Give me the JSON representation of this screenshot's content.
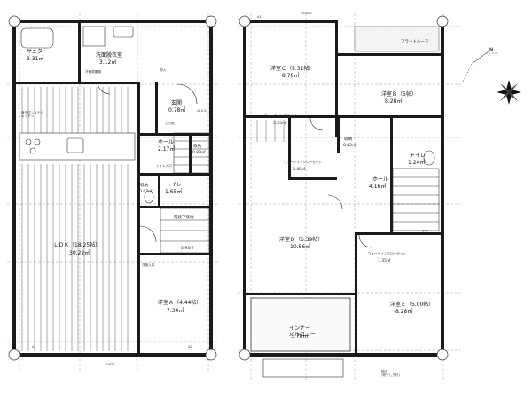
{
  "floor1": {
    "rooms": {
      "bath_name": "サニタ",
      "bath_area": "3.31㎡",
      "washroom_name": "洗面脱衣室",
      "washroom_area": "3.12㎡",
      "ldk_name": "ＬＤＫ（18.25帖）",
      "ldk_area": "30.22㎡",
      "entrance_name": "玄関",
      "entrance_area": "0.78㎡",
      "hall_name": "ホール",
      "hall_area": "2.17㎡",
      "storage_name": "収納",
      "storage_area": "0.83㎡",
      "closet_name": "収納",
      "closet_area": "0.47㎡",
      "toilet_name": "トイレ",
      "toilet_area": "1.65㎡",
      "stair_storage_name": "階段下収納",
      "stair_storage_area": "0.93㎡",
      "bedroom_a_name": "洋室Ａ（4.44帖）",
      "bedroom_a_area": "7.34㎡"
    },
    "notes": {
      "kitchen_note": "食洗付システム\nキッチン",
      "fridge_note": "冷蔵庫置場",
      "storage_tag": "物入",
      "step_label": "GL5.5",
      "entrance_step": "上り框",
      "toilet_inlet": "トイレ入口",
      "bed_inlet": "洋室入口"
    },
    "dimension": "10920",
    "axis_a1": "A1",
    "axis_a2": "A2"
  },
  "floor2": {
    "rooms": {
      "bedroom_c_name": "洋室Ｃ（5.31帖）",
      "bedroom_c_area": "8.78㎡",
      "bedroom_b_name": "洋室Ｂ（5帖）",
      "bedroom_b_area": "8.28㎡",
      "flat_roof": "フラットルーフ",
      "closet_c_name": "ウォークインクローゼット",
      "closet_c_area": "5.55㎡",
      "closet_small_name": "収納",
      "closet_small_area": "0.82㎡",
      "wic_name": "ウォークインクローゼット",
      "wic_area": "2.48㎡",
      "toilet_name": "トイレ",
      "toilet_area": "1.24㎡",
      "hall_name": "ホール",
      "hall_area": "4.16㎡",
      "bedroom_d_name": "洋室Ｄ（6.39帖）",
      "bedroom_d_area": "10.56㎡",
      "closet_d_name": "ウォークインクローゼット",
      "closet_d_area": "1.35㎡",
      "bedroom_e_name": "洋室Ｅ（5.00帖）",
      "bedroom_e_area": "8.28㎡",
      "balcony_name": "インナー\nバルコニー",
      "balcony_area": "5.70㎡"
    },
    "notes": {
      "bottom_note": "物干\n(物干しり付)",
      "stair_down": "下り",
      "axis_top": "A1"
    },
    "dimension": "10920"
  },
  "compass": {
    "label": "N"
  }
}
